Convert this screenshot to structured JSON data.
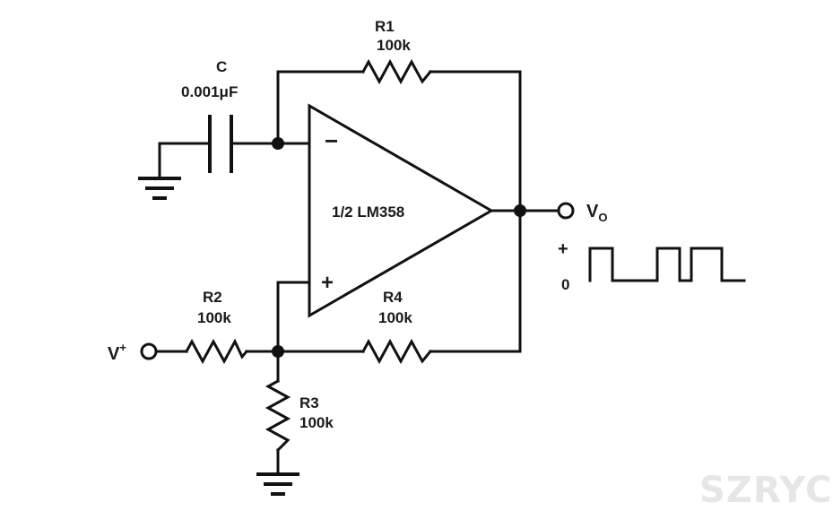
{
  "components": {
    "r1": {
      "name": "R1",
      "value": "100k"
    },
    "c": {
      "name": "C",
      "value": "0.001μF"
    },
    "opamp": {
      "label": "1/2 LM358",
      "inverting": "−",
      "noninverting": "+"
    },
    "r2": {
      "name": "R2",
      "value": "100k"
    },
    "r3": {
      "name": "R3",
      "value": "100k"
    },
    "r4": {
      "name": "R4",
      "value": "100k"
    }
  },
  "terminals": {
    "output": {
      "main": "V",
      "sub": "O"
    },
    "input": {
      "main": "V",
      "sup": "+"
    }
  },
  "waveform": {
    "high": "+",
    "low": "0"
  },
  "watermark": "SZRYC"
}
